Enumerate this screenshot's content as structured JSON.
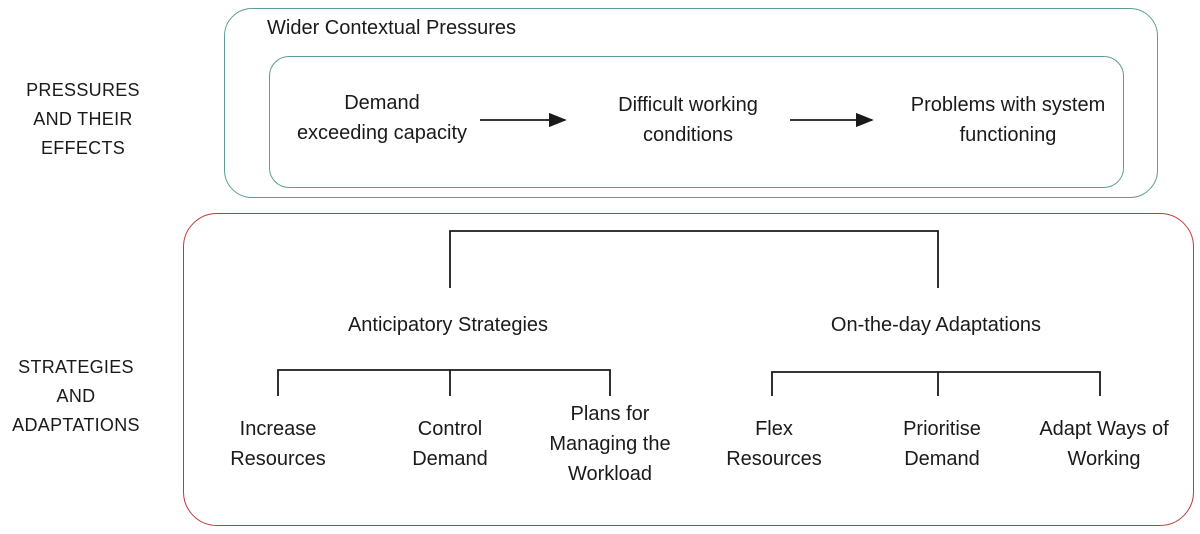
{
  "side_labels": {
    "pressures": "PRESSURES\nAND THEIR\nEFFECTS",
    "strategies": "STRATEGIES\nAND\nADAPTATIONS"
  },
  "pressures": {
    "title": "Wider Contextual Pressures",
    "chain": [
      "Demand\nexceeding capacity",
      "Difficult working\nconditions",
      "Problems with system\nfunctioning"
    ]
  },
  "strategies": {
    "groups": [
      {
        "label": "Anticipatory Strategies",
        "items": [
          "Increase\nResources",
          "Control\nDemand",
          "Plans for\nManaging the\nWorkload"
        ]
      },
      {
        "label": "On-the-day Adaptations",
        "items": [
          "Flex\nResources",
          "Prioritise\nDemand",
          "Adapt Ways of\nWorking"
        ]
      }
    ]
  },
  "colors": {
    "pressures_border": "#5f9d93",
    "strategies_border": "#c0393b",
    "line": "#1a1a1a"
  }
}
